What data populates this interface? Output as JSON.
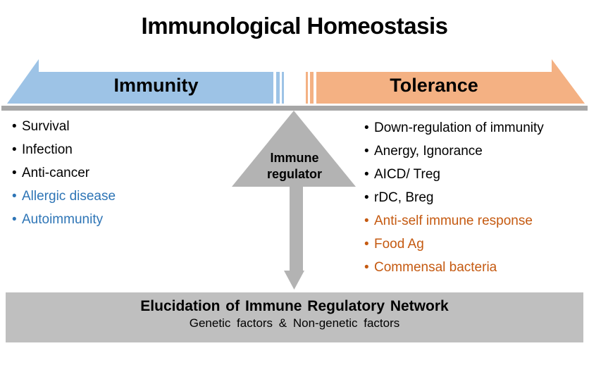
{
  "palette": {
    "immunity_fill": "#9DC3E6",
    "tolerance_fill": "#F4B183",
    "blue_text": "#2E75B6",
    "orange_text": "#C55A11",
    "black_text": "#000000",
    "divider_gray": "#A6A6A6",
    "regulator_gray": "#B3B3B3",
    "box_gray": "#BFBFBF"
  },
  "header": {
    "title": "Immunological Homeostasis"
  },
  "arrows": {
    "immunity_label": "Immunity",
    "tolerance_label": "Tolerance"
  },
  "regulator": {
    "label": "Immune regulator"
  },
  "lists": {
    "bullet": "•",
    "immunity": {
      "items": [
        {
          "text": "Survival",
          "color": "black_text"
        },
        {
          "text": "Infection",
          "color": "black_text"
        },
        {
          "text": "Anti-cancer",
          "color": "black_text"
        },
        {
          "text": "Allergic disease",
          "color": "blue_text"
        },
        {
          "text": "Autoimmunity",
          "color": "blue_text"
        }
      ]
    },
    "tolerance": {
      "items": [
        {
          "text": "Down-regulation of immunity",
          "color": "black_text"
        },
        {
          "text": "Anergy, Ignorance",
          "color": "black_text"
        },
        {
          "text": "AICD/ Treg",
          "color": "black_text"
        },
        {
          "text": "rDC, Breg",
          "color": "black_text"
        },
        {
          "text": "Anti-self immune response",
          "color": "orange_text"
        },
        {
          "text": "Food Ag",
          "color": "orange_text"
        },
        {
          "text": "Commensal bacteria",
          "color": "orange_text"
        }
      ]
    }
  },
  "footer": {
    "title": "Elucidation of Immune Regulatory Network",
    "subtitle": "Genetic factors  &  Non-genetic factors"
  }
}
